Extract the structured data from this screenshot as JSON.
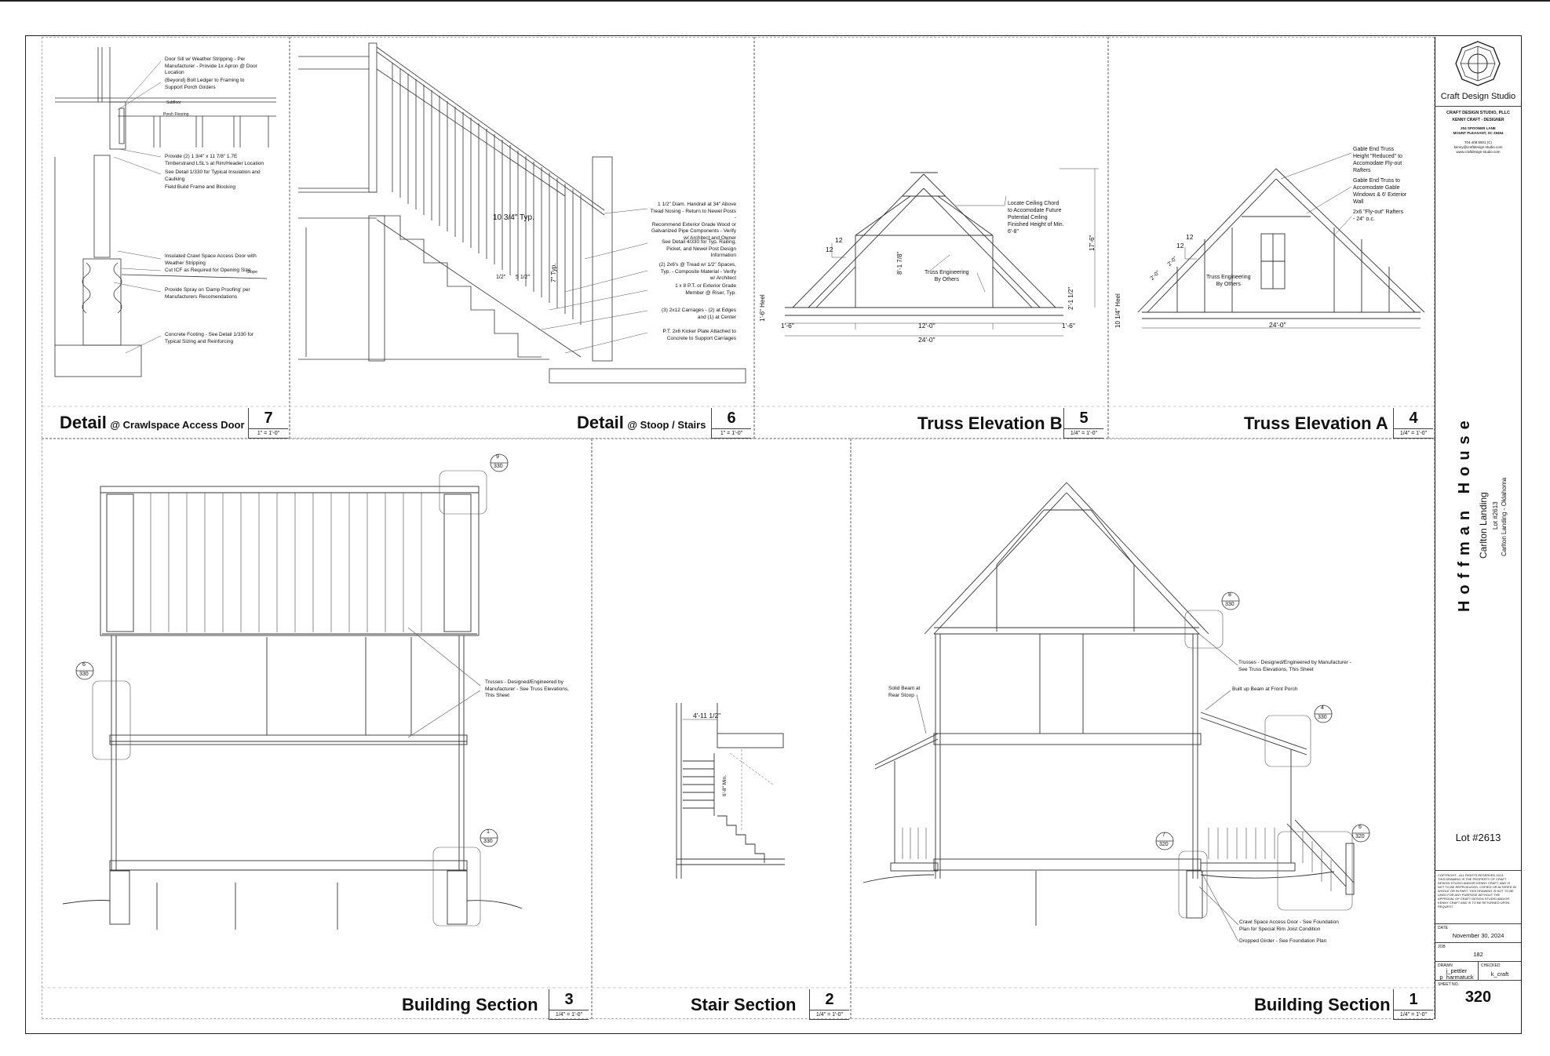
{
  "studio": {
    "logo_name": "Craft Design Studio",
    "firm": "CRAFT DESIGN STUDIO, PLLC",
    "designer": "KENNY CRAFT - DESIGNER",
    "address1": "204 SPOONER LANE",
    "address2": "MOUNT PLEASANT, SC 29464",
    "phone": "704.408.5501 (C)",
    "email": "kenny@craftdesign-studio.com",
    "web": "www.craftdesign-studio.com"
  },
  "project": {
    "name": "Hoffman House",
    "community": "Carlton Landing",
    "lot_line": "Lot #2613",
    "location": "Carlton Landing - Oklahoma",
    "lot_label": "Lot #2613"
  },
  "titleblock": {
    "copyright": "COPYRIGHT - ALL RIGHTS RESERVED 2013\nTHIS DRAWING IS THE PROPERTY OF CRAFT DESIGN STUDIO AND/OR KENNY CRAFT, AND IS NOT TO BE REPRODUCED, COPIED OR ALTERED IN WHOLE OR IN PART. THIS DRAWING IS NOT TO BE USED FOR ANY PURPOSE WITHOUT THE APPROVAL OF CRAFT DESIGN STUDIO AND/OR KENNY CRAFT AND IS TO BE RETURNED UPON REQUEST.",
    "date_label": "DATE",
    "date": "November 30, 2024",
    "job_label": "JOB",
    "job": "182",
    "drawn_label": "DRAWN",
    "drawn": "j_pettler\np_harmatuck",
    "checked_label": "CHECKED",
    "checked": "k_craft",
    "sheet_label": "SHEET NO.",
    "sheet": "320"
  },
  "details": [
    {
      "id": "d7",
      "title": "Detail",
      "subtitle": "@ Crawlspace Access Door",
      "num": "7",
      "scale": "1\" = 1'-0\""
    },
    {
      "id": "d6",
      "title": "Detail",
      "subtitle": "@ Stoop / Stairs",
      "num": "6",
      "scale": "1\" = 1'-0\""
    },
    {
      "id": "d5",
      "title": "Truss Elevation B",
      "subtitle": "",
      "num": "5",
      "scale": "1/4\" = 1'-0\""
    },
    {
      "id": "d4",
      "title": "Truss Elevation A",
      "subtitle": "",
      "num": "4",
      "scale": "1/4\" = 1'-0\""
    },
    {
      "id": "d3",
      "title": "Building Section",
      "subtitle": "",
      "num": "3",
      "scale": "1/4\" = 1'-0\""
    },
    {
      "id": "d2",
      "title": "Stair Section",
      "subtitle": "",
      "num": "2",
      "scale": "1/4\" = 1'-0\""
    },
    {
      "id": "d1",
      "title": "Building Section",
      "subtitle": "",
      "num": "1",
      "scale": "1/4\" = 1'-0\""
    }
  ],
  "notes7": {
    "a": "Door Sill w/ Weather Stripping - Per\nManufacturer - Provide 1x Apron @ Door\nLocation",
    "b": "(Beyond) Bolt Ledger to Framing to\nSupport Porch Girders",
    "c": "Provide (2) 1 3/4\" x 11 7/8\" 1.7E\nTimberstrand LSL's at Rim/Header Location",
    "d": "See Detail 1/330 for Typical Insulation and\nCaulking",
    "e": "Field Build Frame and Blocking",
    "f": "Insulated Crawl Space Access Door with\nWeather Stripping",
    "g": "Cut ICF as Required for Opening Size",
    "h": "Provide Spray on 'Damp Proofing' per\nManufacturers Recomendations",
    "i": "Concrete Footing - See Detail 1/330 for\nTypical Sizing and Reinforcing",
    "slope": "Slope",
    "subfloor": "Subfloor",
    "porch": "Porch Flooring"
  },
  "notes6": {
    "a": "1 1/2\" Diam. Handrail at 34\" Above\nTread Nosing - Return to Newel Posts -\nRecommend Exterior Grade Wood or\nGalvanized Pipe Components - Verify\nw/ Architect and Owner",
    "b": "See Detail 4/330 for Typ. Railing,\nPicket, and Newel Post Design\nInformation",
    "c": "(2) 2x6's @ Tread w/ 1/2\" Spaces,\nTyp. - Composite Material - Verify\nw/ Architect",
    "d": "1 x 8  P.T. or Exterior Grade\nMember @ Riser, Typ.",
    "e": "(3) 2x12 Carriages - (2) at Edges\nand (1) at Center",
    "f": "P.T. 2x6 Kicker Plate Attached to\nConcrete to Support Carriages",
    "dim_tread": "10 3/4\"  Typ.",
    "dim_riser": "7\" Typ.",
    "dim_a": "1/2\"",
    "dim_b": "5 1/2\""
  },
  "notes5": {
    "a": "Locate Ceiling Chord\nto Accomodate Future\nPotential Ceiling\nFinished Height of Min.\n6'-8\"",
    "b": "Truss Engineering\nBy Others",
    "pitch_run": "12",
    "pitch_rise": "12",
    "heel": "1'-6\" Heel",
    "ht_mid": "8'-1 7/8\"",
    "ht_total": "17'-6\"",
    "ht_small": "2'-1 1/2\"",
    "ov_l": "1'-6\"",
    "ov_r": "1'-6\"",
    "span_c": "12'-0\"",
    "span": "24'-0\""
  },
  "notes4": {
    "a": "Gable End Truss\nHeight \"Reduced\" to\nAccomodate Fly-out\nRafters",
    "b": "Gable End Truss to\nAccomodate Gable\nWindows & 6' Exterior\nWall",
    "c": "2x6 \"Fly-out\" Rafters\n- 24\" o.c.",
    "d": "Truss Engineering\nBy Others",
    "pitch_run": "12",
    "pitch_rise": "12",
    "heel": "10 1/4\" Heel",
    "d1": "2'-0\"",
    "d2": "2'-0\"",
    "span": "24'-0\""
  },
  "notes3": {
    "a": "Trusses - Designed/Engineered by\nManufacturer - See Truss Elevations,\nThis Sheet",
    "tag1_num": "9",
    "tag1_sheet": "330",
    "tag2_num": "6",
    "tag2_sheet": "330",
    "tag3_num": "1",
    "tag3_sheet": "330"
  },
  "notes2": {
    "dim_top": "4'-11 1/2\"",
    "dim_head": "6'-8\" Min."
  },
  "notes1": {
    "a": "Trusses - Designed/Engineered by Manufacturer -\nSee Truss Elevations, This Sheet",
    "b": "Built up Beam at Front Porch",
    "c": "Solid Beam at\nRear Stoop",
    "d": "Crawl Space Access Door - See Foundation\nPlan for Special Rim Joist Condition",
    "e": "Dropped Girder - See Foundation Plan",
    "tag1_num": "8",
    "tag1_sheet": "330",
    "tag2_num": "4",
    "tag2_sheet": "330",
    "tag3_num": "7",
    "tag3_sheet": "320",
    "tag4_num": "6",
    "tag4_sheet": "320"
  }
}
